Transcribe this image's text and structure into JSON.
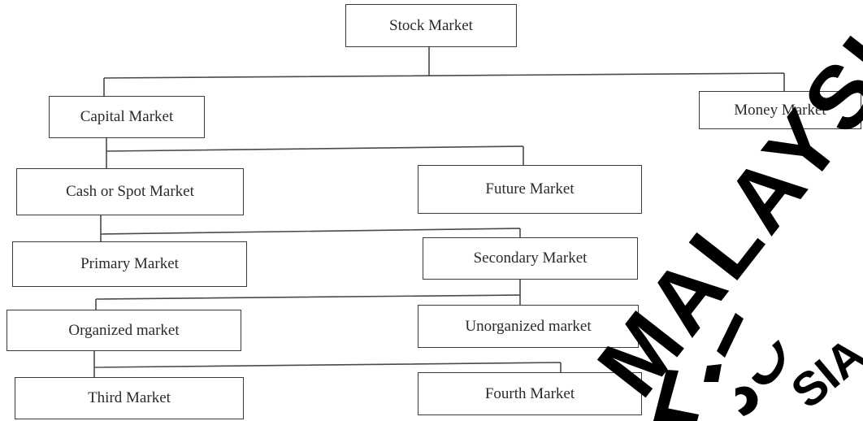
{
  "diagram": {
    "nodes": {
      "stock_market": "Stock Market",
      "capital_market": "Capital Market",
      "money_market": "Money Market",
      "cash_or_spot_market": "Cash or Spot Market",
      "future_market": "Future Market",
      "primary_market": "Primary Market",
      "secondary_market": "Secondary Market",
      "organized_market": "Organized market",
      "unorganized_market": "Unorganized market",
      "third_market": "Third Market",
      "fourth_market": "Fourth Market"
    },
    "edges": [
      [
        "stock_market",
        "capital_market"
      ],
      [
        "stock_market",
        "money_market"
      ],
      [
        "capital_market",
        "cash_or_spot_market"
      ],
      [
        "capital_market",
        "future_market"
      ],
      [
        "cash_or_spot_market",
        "primary_market"
      ],
      [
        "cash_or_spot_market",
        "secondary_market"
      ],
      [
        "secondary_market",
        "organized_market"
      ],
      [
        "secondary_market",
        "unorganized_market"
      ],
      [
        "organized_market",
        "third_market"
      ],
      [
        "organized_market",
        "fourth_market"
      ]
    ]
  },
  "watermark": {
    "main": "MALAYSIA",
    "secondary": "SIA"
  }
}
